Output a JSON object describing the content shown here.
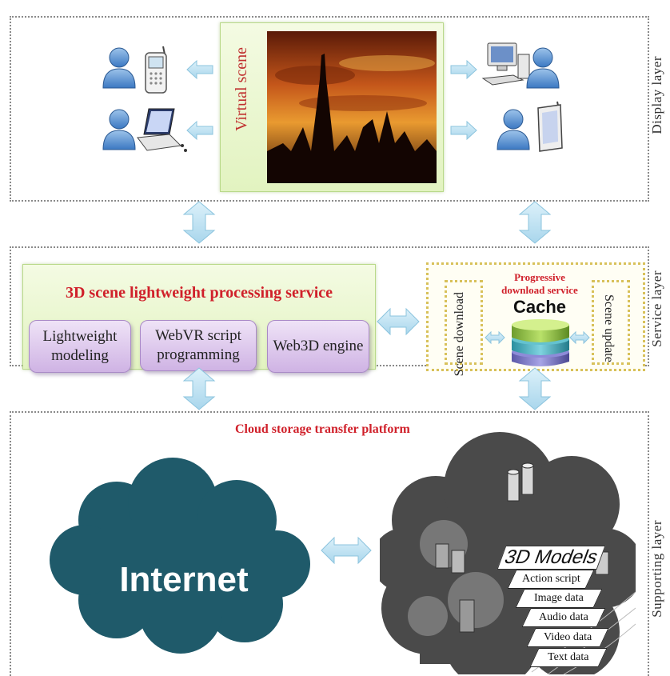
{
  "layers": {
    "display": {
      "label": "Display layer"
    },
    "service": {
      "label": "Service layer"
    },
    "supporting": {
      "label": "Supporting layer"
    }
  },
  "display": {
    "virtual_scene_label": "Virtual scene"
  },
  "service": {
    "processing_title": "3D scene lightweight processing service",
    "boxes": [
      "Lightweight modeling",
      "WebVR script programming",
      "Web3D engine"
    ],
    "progressive_title_line1": "Progressive",
    "progressive_title_line2": "download service",
    "cache_label": "Cache",
    "scene_download": "Scene download",
    "scene_update": "Scene update"
  },
  "supporting": {
    "cloud_title": "Cloud storage transfer platform",
    "internet_label": "Internet",
    "models_title": "3D Models",
    "data_items": [
      "Action script",
      "Image data",
      "Audio data",
      "Video data",
      "Text data"
    ]
  },
  "colors": {
    "accent_red": "#d0202a",
    "arrow_fill": "#bfe3f3",
    "internet_cloud": "#1f5a6a",
    "purple": "#cfb3e4",
    "green_panel": "#e2f3c0"
  },
  "icons": [
    "user-icon",
    "mobile-phone-icon",
    "laptop-icon",
    "desktop-pc-icon",
    "tablet-icon",
    "database-cylinder-icon",
    "server-icon"
  ]
}
